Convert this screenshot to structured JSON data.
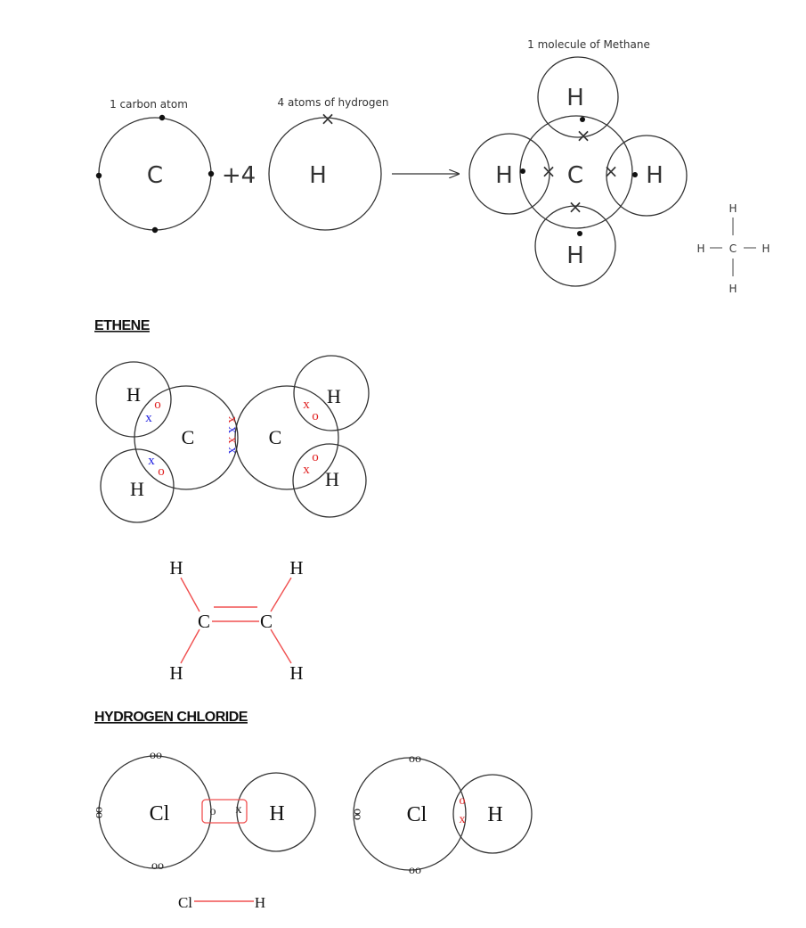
{
  "methane": {
    "carbon_label": "1 carbon atom",
    "carbon_symbol": "C",
    "plus_four": "+4",
    "hydrogen_label": "4 atoms of hydrogen",
    "hydrogen_symbol": "H",
    "molecule_label": "1 molecule of Methane",
    "shared_x": "×",
    "structural": {
      "top": "H",
      "left": "H",
      "center": "C",
      "right": "H",
      "bottom": "H",
      "dash": "—",
      "bar": "|"
    }
  },
  "ethene": {
    "heading": "ETHENE",
    "carbon": "C",
    "hydrogen": "H",
    "electron_o": "o",
    "electron_x": "x"
  },
  "hydrogen_chloride": {
    "heading": "HYDROGEN CHLORIDE",
    "chlorine": "Cl",
    "hydrogen": "H",
    "pair": "oo",
    "electron_o": "o",
    "electron_x": "x"
  },
  "colors": {
    "red": "#e02020",
    "blue": "#2020e0"
  }
}
